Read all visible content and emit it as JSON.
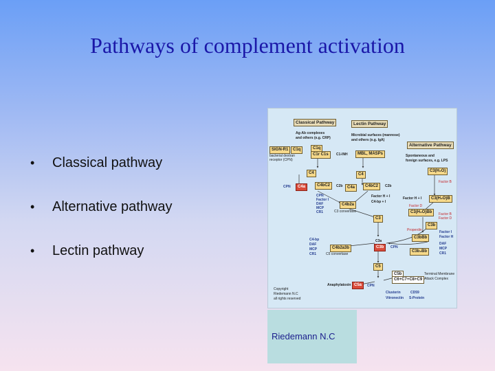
{
  "slide": {
    "title": "Pathways of complement activation",
    "bullets": [
      "Classical pathway",
      "Alternative pathway",
      "Lectin pathway"
    ],
    "caption": "Riedemann N.C"
  },
  "diagram": {
    "classical_header": "Classical Pathway",
    "lectin_header": "Lectin Pathway",
    "alternative_header": "Alternative Pathway",
    "ag_ab": "Ag-Ab complexes",
    "ag_ab_2": "and others (e.g. CRP)",
    "microbial": "Microbial surfaces (mannose)",
    "microbial_2": "and others (e.g. IgA)",
    "spontaneous": "Spontaneous and",
    "spontaneous_2": "foreign surfaces, e.g. LPS",
    "sign_r1": "SIGN-R1",
    "c1q_small": "C1q",
    "bacterial": "bacterial dextran",
    "bacterial_2": "receptor (CPN)",
    "c1q": "C1q",
    "c1r_c1s": "C1r  C1s",
    "c1inh": "C1-INH",
    "mbl_masps": "MBL, MASPs",
    "c3h2o": "C3(H₂O)",
    "c4_left": "C4",
    "c4_right": "C4",
    "factor_b": "Factor B",
    "cpn_1": "CPN",
    "c4a_1": "C4a",
    "c4bc2": "C4bC2",
    "c2b_1": "C2b",
    "c4a_2": "C4a",
    "c4bc2_2": "C4bC2",
    "c2b_2": "C2b",
    "factor_h_i": "Factor H + I",
    "c4bp_i": "C4-bp + I",
    "factor_h_i_2": "Factor H + I",
    "c3h2ob": "C3(H₂O)B",
    "factor_d": "Factor D",
    "cpn_list": [
      "CPN",
      "Factor I",
      "DAF",
      "MCP",
      "CR1"
    ],
    "c4b2a": "C4b2a",
    "c3_convertase": "C3 convertase",
    "c3h2obb": "C3(H₂O)Bb",
    "c3": "C3",
    "factor_b_2": "Factor B",
    "factor_d_2": "Factor D",
    "c3b": "C3b",
    "properdin": "Properdin",
    "factor_i_list": [
      "Factor I",
      "Factor H",
      "DAF",
      "MCP",
      "CR1"
    ],
    "c3bbb": "C3bBb",
    "c4bp_list": [
      "C4-bp",
      "DAF",
      "MCP",
      "CR1"
    ],
    "c4b2a3b": "C4b2a3b",
    "c5_convertase": "C5 convertase",
    "c3a": "C3a",
    "c3b_2": "C3b",
    "cpn_2": "CPN",
    "c3b2bb": "C3b₂Bb",
    "c5": "C5",
    "c5b": "C5b",
    "c5_c9": "C6+C7+C8+C9",
    "terminal": "Terminal Membrane",
    "terminal_2": "Attack Complex",
    "anaphylatoxin": "Anaphylatoxin",
    "c5a": "C5a",
    "cpn_3": "CPN",
    "clusterin": "Clusterin",
    "vitronectin": "Vitronectin",
    "cd59": "CD59",
    "s_protein": "S-Protein",
    "copyright": "Copyright",
    "copyright_2": "Riedemann N.C",
    "copyright_3": "all rights reserved"
  }
}
